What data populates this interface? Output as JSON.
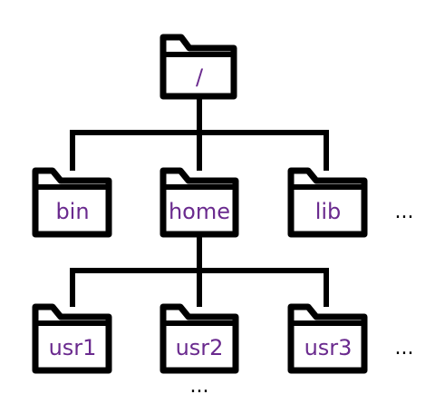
{
  "colors": {
    "label": "#6a2a8e",
    "outline": "#000000",
    "background": "#ffffff"
  },
  "folders": {
    "root": {
      "label": "/"
    },
    "bin": {
      "label": "bin"
    },
    "home": {
      "label": "home"
    },
    "lib": {
      "label": "lib"
    },
    "usr1": {
      "label": "usr1"
    },
    "usr2": {
      "label": "usr2"
    },
    "usr3": {
      "label": "usr3"
    }
  },
  "ellipses": {
    "level1_more": "...",
    "level2_more": "...",
    "below_usr2": "..."
  }
}
